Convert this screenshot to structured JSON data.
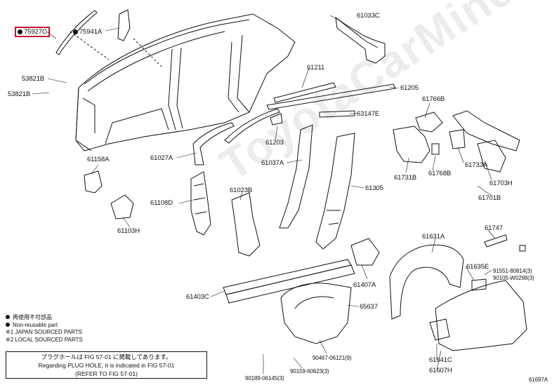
{
  "diagram": {
    "page_code": "61697A",
    "watermark": "ToyotaCarMine.ru",
    "parts": [
      {
        "id": "75927C",
        "key": "75927C",
        "marked": true,
        "highlighted": true
      },
      {
        "id": "75941A",
        "key": "75941A",
        "marked": true
      },
      {
        "id": "61033C",
        "key": "61033C"
      },
      {
        "id": "53821B",
        "key": "53821B_a"
      },
      {
        "id": "53821B",
        "key": "53821B_b"
      },
      {
        "id": "61211",
        "key": "61211"
      },
      {
        "id": "61205",
        "key": "61205"
      },
      {
        "id": "61766B",
        "key": "61766B"
      },
      {
        "id": "63147E",
        "key": "63147E"
      },
      {
        "id": "61203",
        "key": "61203"
      },
      {
        "id": "61027A",
        "key": "61027A"
      },
      {
        "id": "61037A",
        "key": "61037A"
      },
      {
        "id": "61158A",
        "key": "61158A"
      },
      {
        "id": "61731B",
        "key": "61731B"
      },
      {
        "id": "61768B",
        "key": "61768B"
      },
      {
        "id": "61733A",
        "key": "61733A"
      },
      {
        "id": "61703H",
        "key": "61703H"
      },
      {
        "id": "61701B",
        "key": "61701B"
      },
      {
        "id": "61023B",
        "key": "61023B"
      },
      {
        "id": "61305",
        "key": "61305"
      },
      {
        "id": "61108D",
        "key": "61108D"
      },
      {
        "id": "61103H",
        "key": "61103H"
      },
      {
        "id": "61631A",
        "key": "61631A"
      },
      {
        "id": "61747",
        "key": "61747"
      },
      {
        "id": "61635E",
        "key": "61635E"
      },
      {
        "id": "91551-80814(3)",
        "key": "91551"
      },
      {
        "id": "90105-W0298(3)",
        "key": "90105"
      },
      {
        "id": "61403C",
        "key": "61403C"
      },
      {
        "id": "61407A",
        "key": "61407A"
      },
      {
        "id": "65637",
        "key": "65637"
      },
      {
        "id": "90467-06121(9)",
        "key": "90467"
      },
      {
        "id": "90159-60623(3)",
        "key": "90159"
      },
      {
        "id": "90189-06145(3)",
        "key": "90189"
      },
      {
        "id": "61641C",
        "key": "61641C"
      },
      {
        "id": "61607H",
        "key": "61607H"
      }
    ],
    "legend": {
      "line1": "再使用不可部品",
      "line2": "Non-reusable part",
      "line3": "※1 JAPAN SOURCED PARTS",
      "line4": "※2 LOCAL SOURCED PARTS"
    },
    "note": {
      "line1": "プラグホールは FIG 57-01 に掲載してあります。",
      "line2": "Regarding PLUG HOLE, it is indicated in FIG 57-01",
      "line3": "(REFER TO FIG 57-01)"
    }
  }
}
